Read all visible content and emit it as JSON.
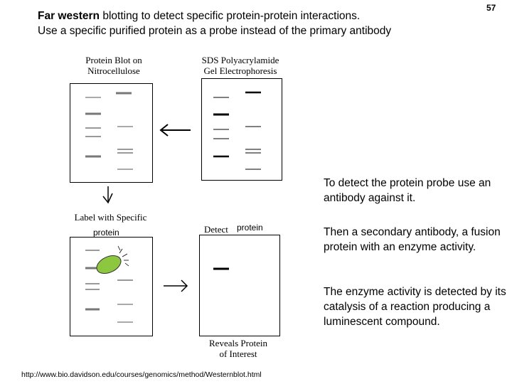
{
  "slide_number": "57",
  "title": {
    "line1_bold": "Far western",
    "line1_rest": " blotting to detect specific protein-protein interactions.",
    "line2": "Use a specific purified protein as a probe instead of the primary antibody"
  },
  "panels": {
    "blot_label": [
      "Protein Blot on",
      "Nitrocellulose"
    ],
    "gel_label": [
      "SDS Polyacrylamide",
      "Gel Electrophoresis"
    ],
    "label_specific": "Label with Specific",
    "label_specific_sub": "protein",
    "detect_label": "Detect",
    "detect_sub": "protein",
    "reveals_label": [
      "Reveals Protein",
      "of Interest"
    ]
  },
  "right_text": {
    "para1": "To detect the protein probe use an antibody against it.",
    "para2": "Then a secondary antibody, a fusion protein with an enzyme activity.",
    "para3": "The enzyme activity is detected by its catalysis of a reaction producing a luminescent compound."
  },
  "source_url": "http://www.bio.davidson.edu/courses/genomics/method/Westernblot.html",
  "colors": {
    "probe_fill": "#8dc63f",
    "band_gray": "#888888"
  }
}
